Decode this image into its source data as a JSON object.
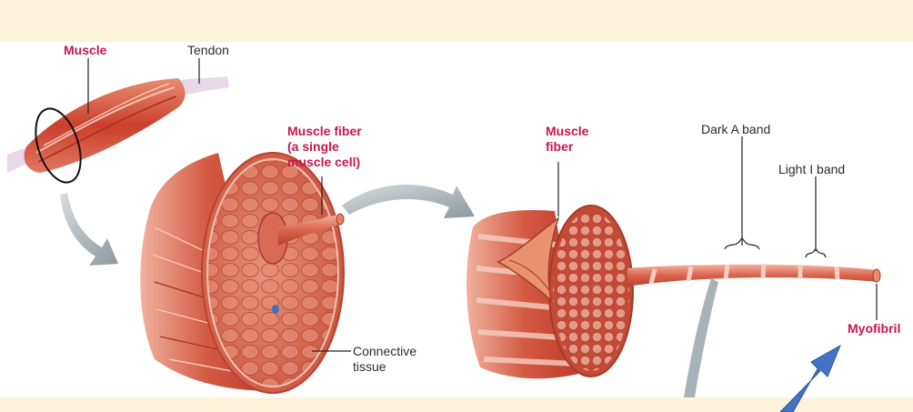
{
  "labels": {
    "muscle": "Muscle",
    "tendon": "Tendon",
    "muscle_fiber_cell": "Muscle fiber\n(a single\nmuscle cell)",
    "muscle_fiber": "Muscle\nfiber",
    "dark_a_band": "Dark A band",
    "light_i_band": "Light I band",
    "myofibril": "Myofibril",
    "connective_tissue": "Connective\ntissue"
  },
  "colors": {
    "label_red": "#c8174c",
    "label_black": "#2b2b2b",
    "band_cream": "#fdf3da",
    "arrow_gray": "#9aa4aa",
    "arrow_blue": "#4472c4",
    "muscle_red": "#d6553f"
  }
}
